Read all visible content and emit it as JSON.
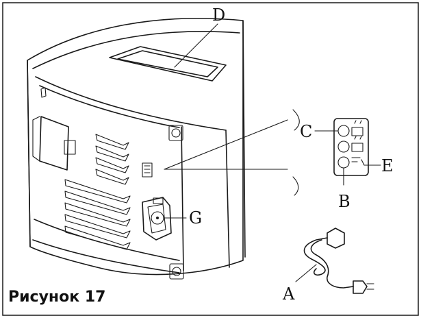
{
  "caption": "Рисунок 17",
  "labels": {
    "A": "A",
    "B": "B",
    "C": "C",
    "D": "D",
    "E": "E",
    "G": "G"
  }
}
